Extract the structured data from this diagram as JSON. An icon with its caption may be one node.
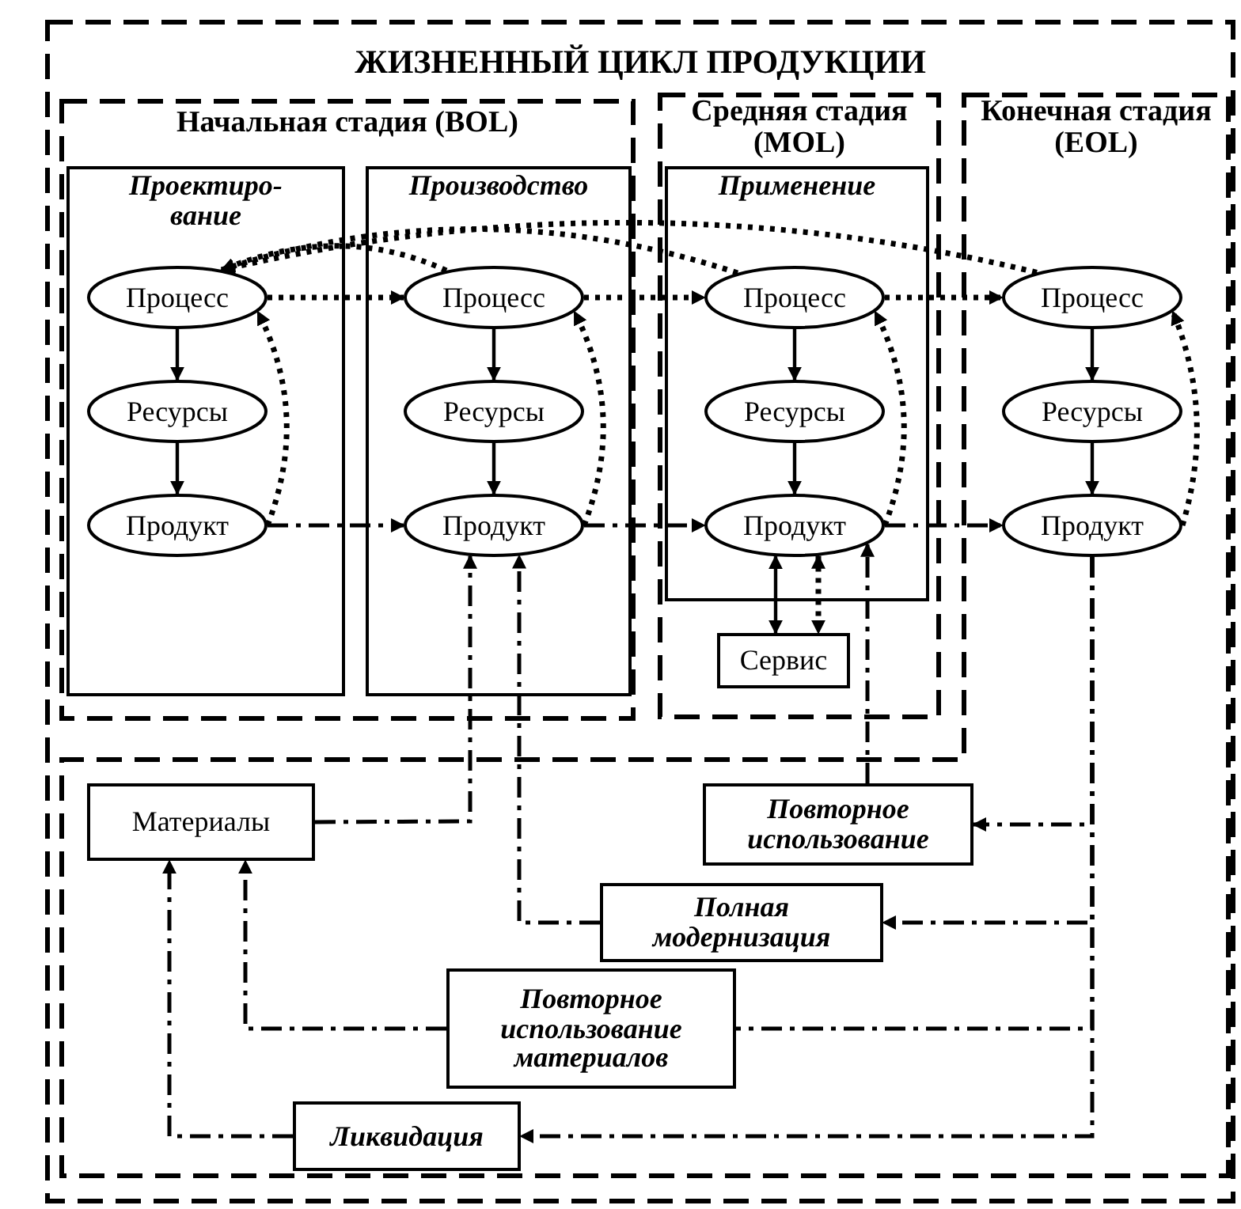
{
  "diagram": {
    "nodes": [
      {
        "text": [
          "ЖИЗНЕННЫЙ ЦИКЛ ПРОДУКЦИИ"
        ]
      },
      {
        "text": [
          "Начальная стадия (BOL)"
        ],
        "in": 0
      },
      {
        "text": [
          "Средняя стадия (MOL)"
        ],
        "in": 0
      },
      {
        "text": [
          "Конечная стадия (EOL)"
        ],
        "in": 0
      },
      {
        "text": [
          "Проектиро-вание"
        ],
        "in": 1
      },
      {
        "text": [
          "Производство"
        ],
        "in": 1
      },
      {
        "text": [
          "Применение"
        ],
        "in": 2
      },
      {
        "text": [
          "Процесс"
        ],
        "in": 4
      },
      {
        "text": [
          "Ресурсы"
        ],
        "in": 4
      },
      {
        "text": [
          "Продукт"
        ],
        "in": 4
      },
      {
        "text": [
          "Процесс"
        ],
        "in": 5
      },
      {
        "text": [
          "Ресурсы"
        ],
        "in": 5
      },
      {
        "text": [
          "Продукт"
        ],
        "in": 5
      },
      {
        "text": [
          "Процесс"
        ],
        "in": 6
      },
      {
        "text": [
          "Ресурсы"
        ],
        "in": 6
      },
      {
        "text": [
          "Продукт"
        ],
        "in": 6
      },
      {
        "text": [
          "Процесс"
        ],
        "in": 3
      },
      {
        "text": [
          "Ресурсы"
        ],
        "in": 3
      },
      {
        "text": [
          "Продукт"
        ],
        "in": 3
      },
      {
        "text": [
          "Сервис"
        ],
        "in": 2
      },
      {
        "text": [
          "Материалы"
        ],
        "in": 3
      },
      {
        "text": [
          "Повторное использование"
        ],
        "in": 3
      },
      {
        "text": [
          "Полная модернизация"
        ],
        "in": 3
      },
      {
        "text": [
          "Повторное использование материалов"
        ],
        "in": 3
      },
      {
        "text": [
          "Ликвидация"
        ],
        "in": 3
      }
    ],
    "edges": [
      {
        "from": 7,
        "to": 8,
        "arrow": "to"
      },
      {
        "from": 8,
        "to": 9,
        "arrow": "to"
      },
      {
        "from": 10,
        "to": 11,
        "arrow": "to"
      },
      {
        "from": 11,
        "to": 12,
        "arrow": "to"
      },
      {
        "from": 13,
        "to": 14,
        "arrow": "to"
      },
      {
        "from": 14,
        "to": 15,
        "arrow": "to"
      },
      {
        "from": 16,
        "to": 17,
        "arrow": "to"
      },
      {
        "from": 17,
        "to": 18,
        "arrow": "to"
      },
      {
        "from": 7,
        "to": 10,
        "arrow": "to",
        "style": "dashed"
      },
      {
        "from": 10,
        "to": 13,
        "arrow": "to",
        "style": "dashed"
      },
      {
        "from": 13,
        "to": 16,
        "arrow": "to",
        "style": "dashed"
      },
      {
        "from": 9,
        "to": 7,
        "arrow": "to",
        "style": "dashed"
      },
      {
        "from": 12,
        "to": 10,
        "arrow": "to",
        "style": "dashed"
      },
      {
        "from": 15,
        "to": 13,
        "arrow": "to",
        "style": "dashed"
      },
      {
        "from": 18,
        "to": 16,
        "arrow": "to",
        "style": "dashed"
      },
      {
        "from": 10,
        "to": 7,
        "arrow": "to",
        "style": "dashed"
      },
      {
        "from": 13,
        "to": 7,
        "arrow": "to",
        "style": "dashed"
      },
      {
        "from": 16,
        "to": 7,
        "arrow": "to",
        "style": "dashed"
      },
      {
        "from": 9,
        "to": 12,
        "arrow": "to",
        "style": "dashed"
      },
      {
        "from": 12,
        "to": 15,
        "arrow": "to",
        "style": "dashed"
      },
      {
        "from": 15,
        "to": 18,
        "arrow": "to",
        "style": "dashed"
      },
      {
        "from": 15,
        "to": 19,
        "arrow": "both"
      },
      {
        "from": 15,
        "to": 19,
        "arrow": "both",
        "style": "dashed"
      },
      {
        "from": 20,
        "to": 12,
        "arrow": "to",
        "style": "dashed"
      },
      {
        "from": 22,
        "to": 12,
        "arrow": "to",
        "style": "dashed"
      },
      {
        "from": 21,
        "to": 15,
        "arrow": "to",
        "style": "dashed"
      },
      {
        "from": 18,
        "to": 21,
        "arrow": "to",
        "style": "dashed"
      },
      {
        "from": 18,
        "to": 22,
        "arrow": "to",
        "style": "dashed"
      },
      {
        "from": 18,
        "to": 23,
        "arrow": "none",
        "style": "dashed"
      },
      {
        "from": 18,
        "to": 24,
        "arrow": "to",
        "style": "dashed"
      },
      {
        "from": 23,
        "to": 20,
        "arrow": "to",
        "style": "dashed"
      },
      {
        "from": 24,
        "to": 20,
        "arrow": "to",
        "style": "dashed"
      }
    ]
  }
}
